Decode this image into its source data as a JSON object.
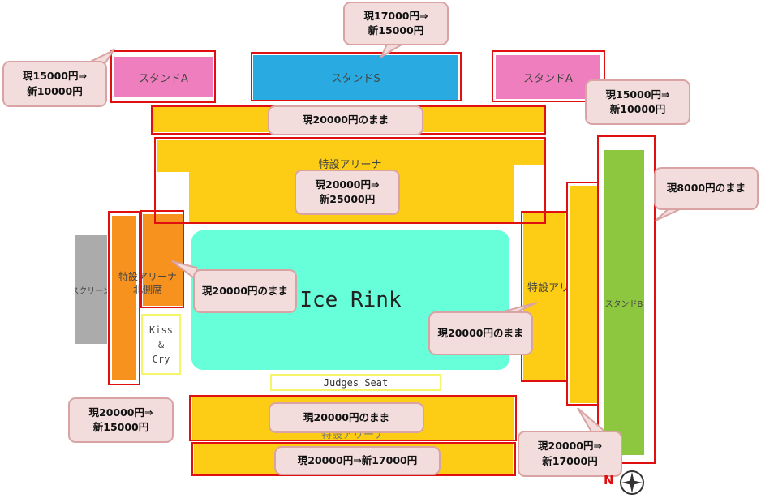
{
  "sections": {
    "stand_s": "スタンドS",
    "stand_a_left": "スタンドA",
    "stand_a_right": "スタンドA",
    "arena_top": "特設アリーナ",
    "arena_north": "特設アリーナ\n北側席",
    "arena_right": "特設アリーナ",
    "arena_bottom": "特設アリーナ",
    "stand_b": "スタンドB",
    "screen": "スクリーン",
    "ice_rink": "Ice Rink",
    "kiss_cry": "Kiss\n&\nCry",
    "judges_seat": "Judges Seat",
    "compass_n": "N"
  },
  "callouts": {
    "stand_s": "現17000円⇒\n新15000円",
    "stand_a_left": "現15000円⇒\n新10000円",
    "stand_a_right": "現15000円⇒\n新10000円",
    "top_strip": "現20000円のまま",
    "arena_top": "現20000円⇒\n新25000円",
    "stand_b": "現8000円のまま",
    "north_inner": "現20000円のまま",
    "arena_right": "現20000円のまま",
    "north_outer": "現20000円⇒\n新15000円",
    "bottom_upper": "現20000円のまま",
    "right_inner": "現20000円⇒\n新17000円",
    "bottom_lower": "現20000円⇒新17000円"
  },
  "colors": {
    "stand_s": "#29abe2",
    "stand_a": "#ee7ebd",
    "arena": "#fccd14",
    "north": "#f7921e",
    "stand_b": "#8dc63f",
    "screen": "#ababab",
    "rink": "#66ffd9",
    "highlight": "#e01010",
    "callout_bg": "#f2dcdc"
  }
}
